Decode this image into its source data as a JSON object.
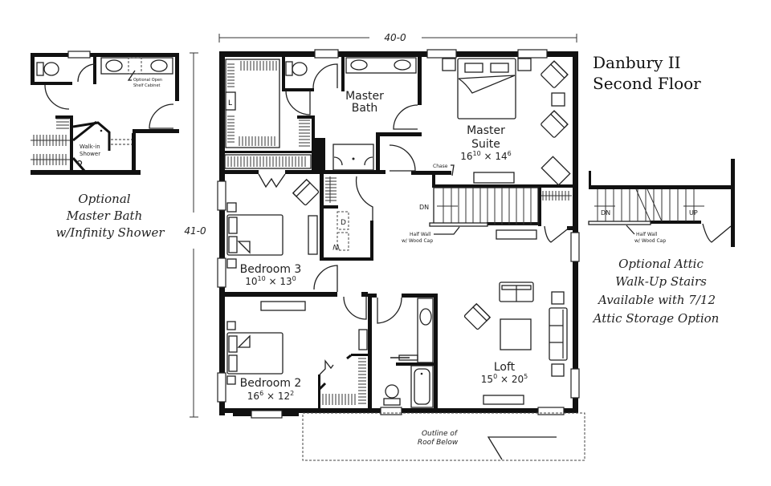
{
  "title": {
    "line1": "Danbury II",
    "line2": "Second Floor"
  },
  "dimensions": {
    "width": "40-0",
    "depth": "41-0"
  },
  "rooms": [
    {
      "id": "master-bath",
      "name_line1": "Master",
      "name_line2": "Bath",
      "size": ""
    },
    {
      "id": "master-suite",
      "name_line1": "Master",
      "name_line2": "Suite",
      "size_w": "16",
      "size_w_sup": "10",
      "size_d": "14",
      "size_d_sup": "6"
    },
    {
      "id": "bedroom-3",
      "name": "Bedroom 3",
      "size_w": "10",
      "size_w_sup": "10",
      "size_d": "13",
      "size_d_sup": "0"
    },
    {
      "id": "bedroom-2",
      "name": "Bedroom 2",
      "size_w": "16",
      "size_w_sup": "6",
      "size_d": "12",
      "size_d_sup": "2"
    },
    {
      "id": "loft",
      "name": "Loft",
      "size_w": "15",
      "size_w_sup": "0",
      "size_d": "20",
      "size_d_sup": "5"
    }
  ],
  "labels": {
    "linen": "L",
    "dryer": "D",
    "washer": "W",
    "chase": "Chase",
    "stairs_down": "DN",
    "stairs_up": "UP",
    "half_wall_line1": "Half Wall",
    "half_wall_line2": "w/ Wood Cap",
    "roof_line1": "Outline of",
    "roof_line2": "Roof Below",
    "walkin_line1": "Walk-in",
    "walkin_line2": "Shower",
    "shelf_line1": "Optional Open",
    "shelf_line2": "Shelf Cabinet",
    "times": "×"
  },
  "notes": {
    "optional_bath": [
      "Optional",
      "Master Bath",
      "w/Infinity Shower"
    ],
    "optional_attic": [
      "Optional Attic",
      "Walk-Up Stairs",
      "Available with 7/12",
      "Attic Storage Option"
    ]
  }
}
